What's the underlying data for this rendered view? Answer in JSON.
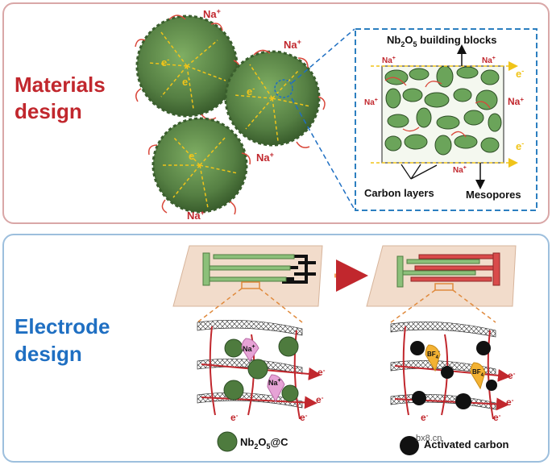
{
  "materials": {
    "title_line1": "Materials",
    "title_line2": "design",
    "ion_label": "Na",
    "electron_label": "e",
    "charge_plus": "+",
    "charge_minus": "-",
    "inset": {
      "top_label_main": "Nb",
      "top_label_sub1": "2",
      "top_label_mid": "O",
      "top_label_sub2": "5",
      "top_label_rest": " building blocks",
      "carbon_label": "Carbon layers",
      "pores_label": "Mesopores"
    }
  },
  "electrode": {
    "title_line1": "Electrode",
    "title_line2": "design",
    "ion_label": "Na",
    "anion_label": "BF",
    "anion_sub": "4",
    "electron_label": "e",
    "legend_left_main": "Nb",
    "legend_left_sub1": "2",
    "legend_left_mid": "O",
    "legend_left_sub2": "5",
    "legend_left_rest": "@C",
    "legend_right": "Activated carbon",
    "watermark": "bx8.cn"
  },
  "colors": {
    "accent_red": "#c1272d",
    "accent_blue": "#1f6fc2",
    "particle_green": "#5e8d4a",
    "electron_yellow": "#f0c419"
  }
}
